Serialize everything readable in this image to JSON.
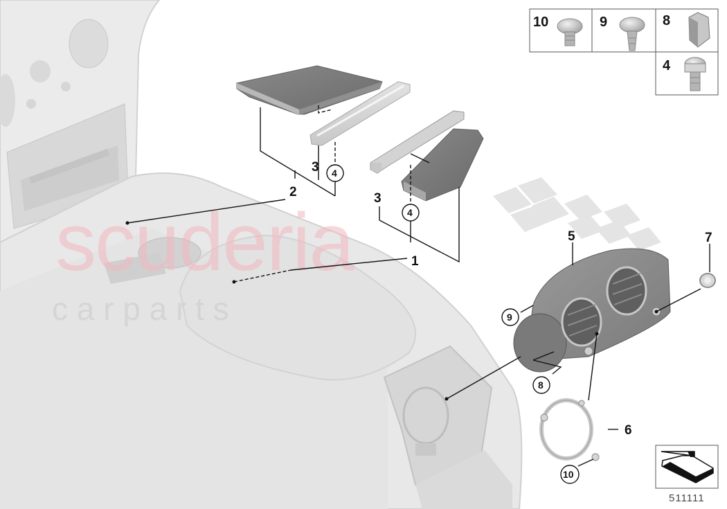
{
  "diagram": {
    "type": "exploded-parts-diagram",
    "subject": "Rear centre console with armrest and rear air vent",
    "reference_number": "511111",
    "watermark": {
      "primary": "scuderia",
      "secondary": "c a r   p a r t s"
    },
    "callouts": [
      {
        "id": "1",
        "label": "1",
        "style": "plain"
      },
      {
        "id": "2",
        "label": "2",
        "style": "plain"
      },
      {
        "id": "3a",
        "label": "3",
        "style": "plain"
      },
      {
        "id": "3b",
        "label": "3",
        "style": "plain"
      },
      {
        "id": "4a",
        "label": "4",
        "style": "circled"
      },
      {
        "id": "4b",
        "label": "4",
        "style": "circled"
      },
      {
        "id": "5",
        "label": "5",
        "style": "plain"
      },
      {
        "id": "6",
        "label": "6",
        "style": "plain"
      },
      {
        "id": "7",
        "label": "7",
        "style": "plain"
      },
      {
        "id": "8",
        "label": "8",
        "style": "circled"
      },
      {
        "id": "9",
        "label": "9",
        "style": "circled"
      },
      {
        "id": "10",
        "label": "10",
        "style": "circled"
      }
    ],
    "fastener_legend": [
      {
        "number": "10",
        "part": "pan-head-torx-screw"
      },
      {
        "number": "9",
        "part": "flange-torx-tapping-screw"
      },
      {
        "number": "8",
        "part": "spring-nut-clip"
      },
      {
        "number": "4",
        "part": "cheese-head-torx-screw"
      }
    ],
    "colors": {
      "console_fill": "#e6e6e6",
      "console_edge": "#cfcfcf",
      "part_dark": "#7d7d7d",
      "part_mid": "#a3a3a3",
      "watermark_red": "#f2b8bf",
      "checker": "#e4e4e4",
      "line": "#111111"
    }
  }
}
